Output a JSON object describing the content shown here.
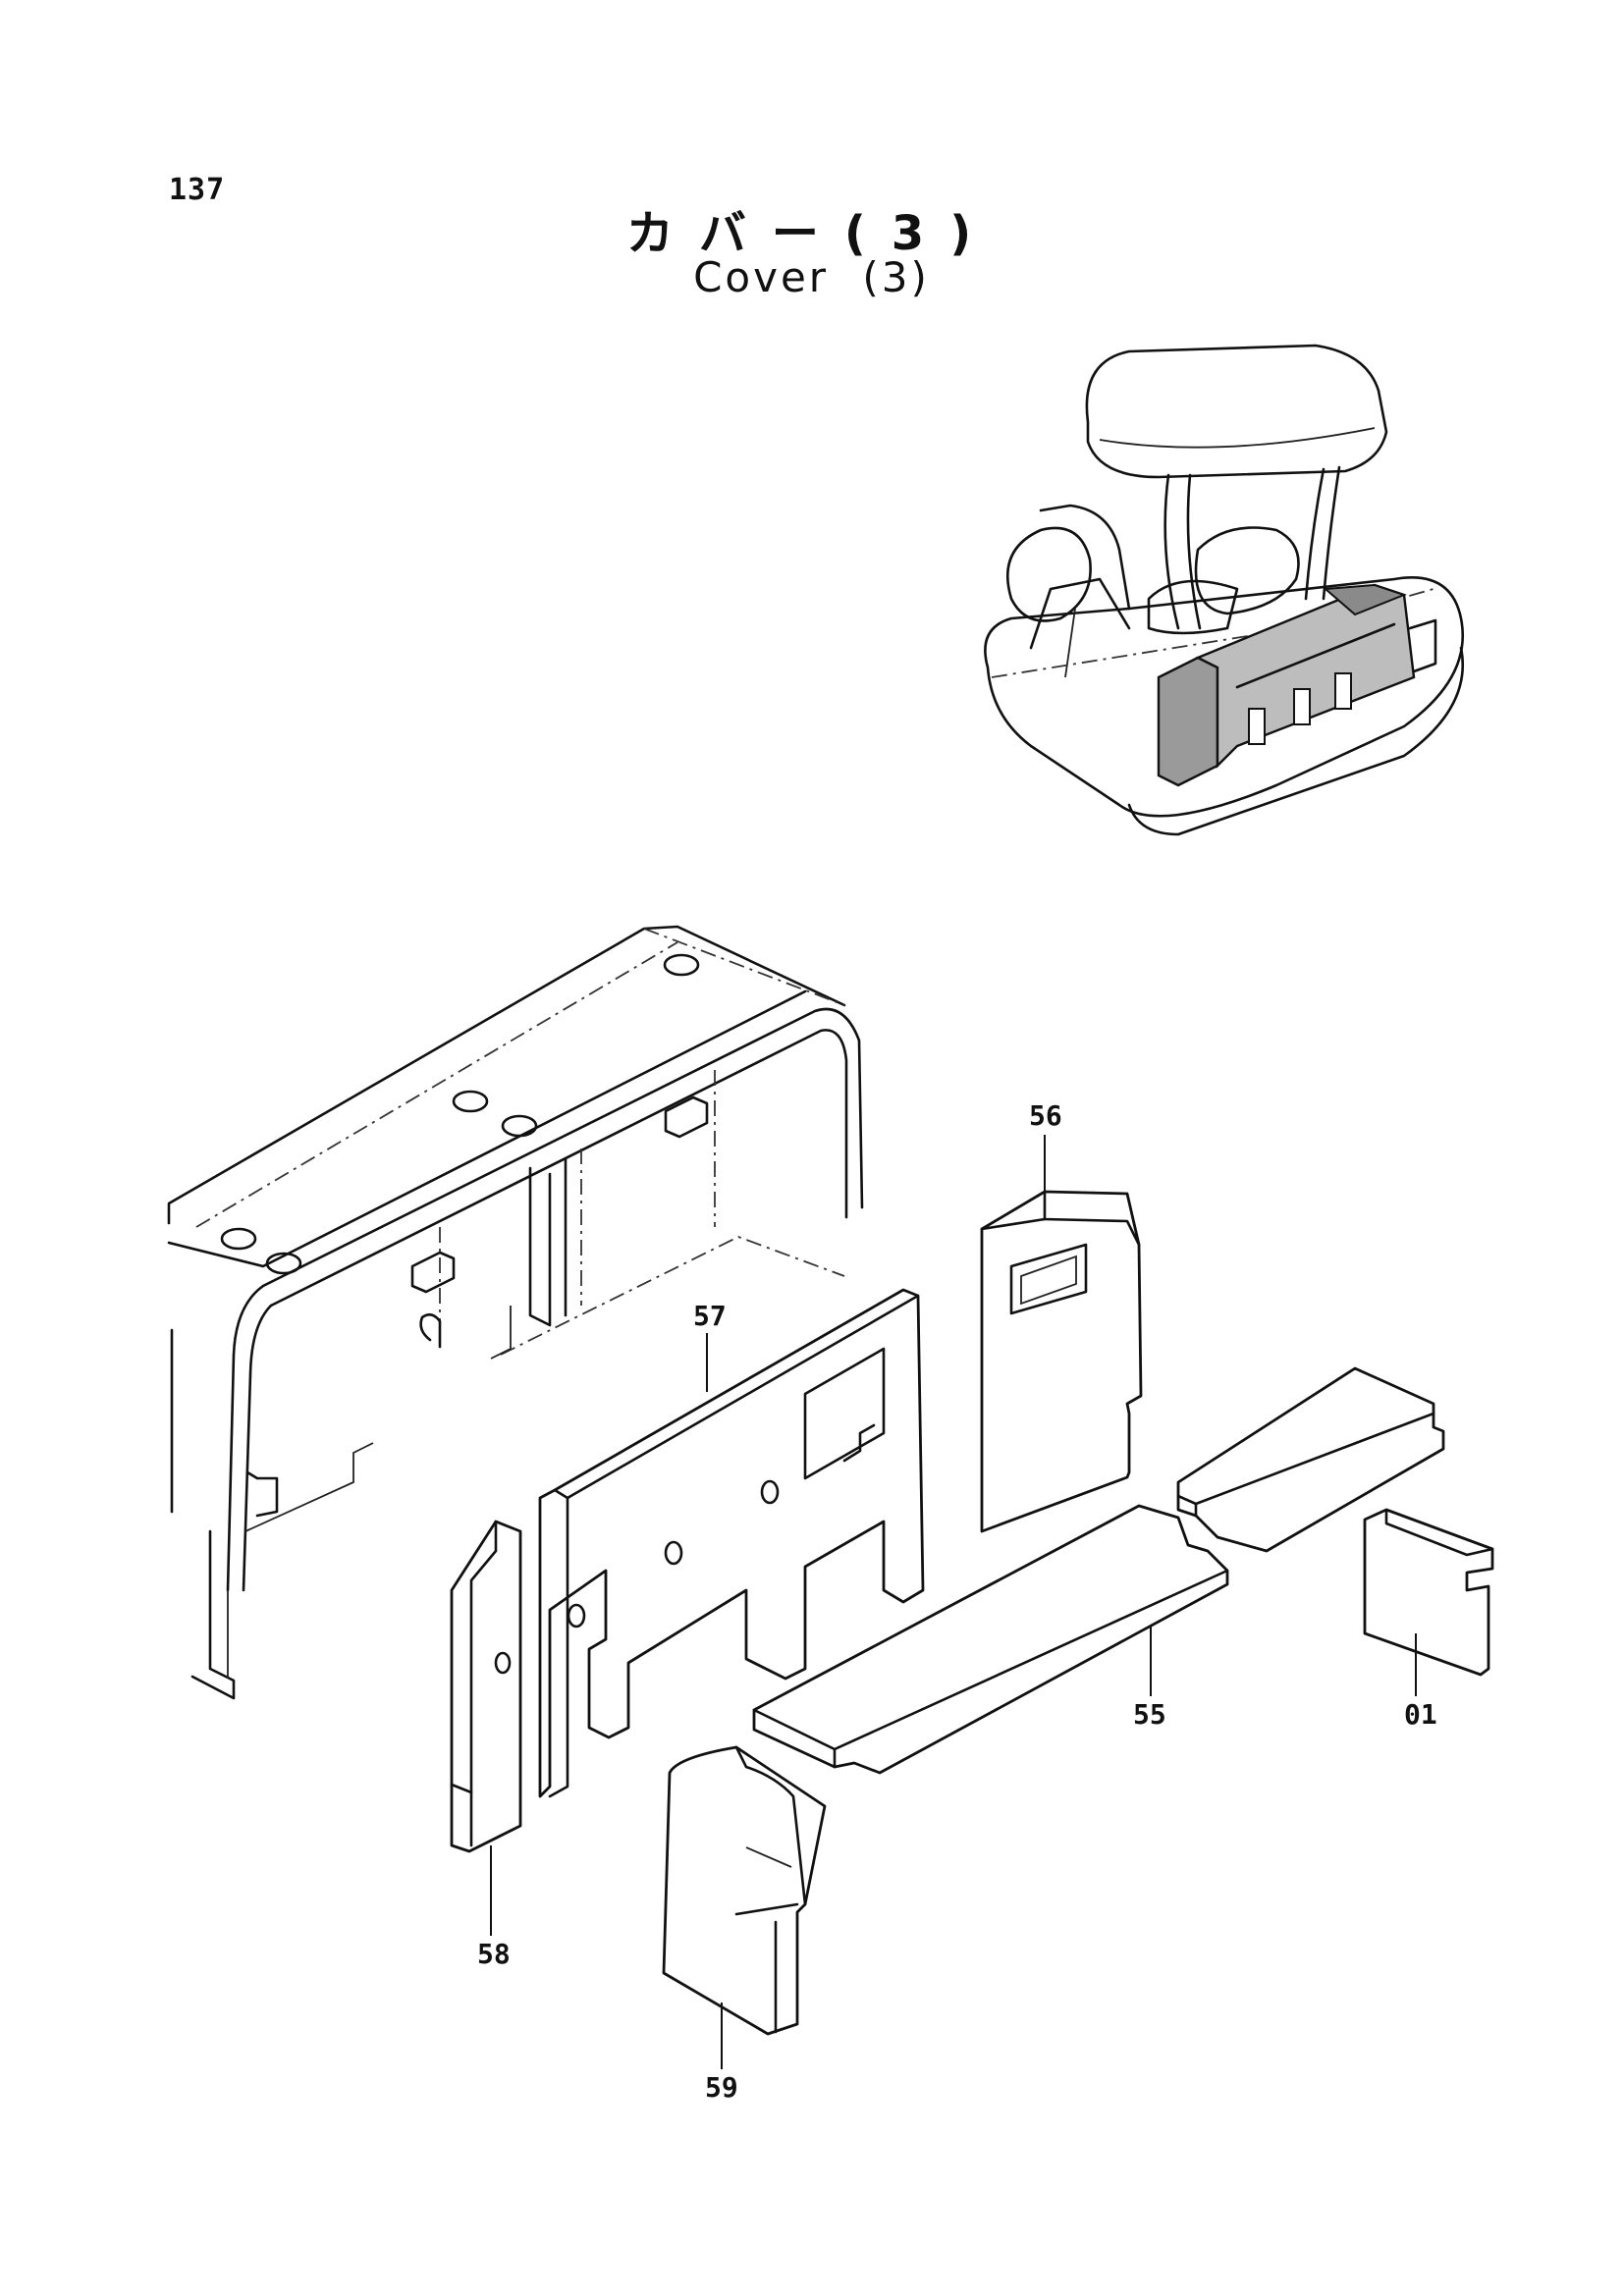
{
  "page": {
    "number": "137",
    "title_jp": "カバー(3)",
    "title_en": "Cover (3)"
  },
  "callouts": [
    {
      "id": "p56",
      "label": "56"
    },
    {
      "id": "p57",
      "label": "57"
    },
    {
      "id": "p55",
      "label": "55"
    },
    {
      "id": "p01",
      "label": "01"
    },
    {
      "id": "p58",
      "label": "58"
    },
    {
      "id": "p59",
      "label": "59"
    }
  ]
}
